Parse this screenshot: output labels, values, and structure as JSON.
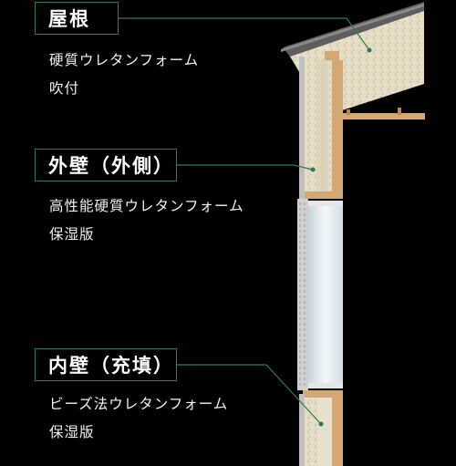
{
  "labels": [
    {
      "title": "屋根",
      "lines": [
        "硬質ウレタンフォーム",
        "吹付"
      ]
    },
    {
      "title": "外壁（外側）",
      "lines": [
        "高性能硬質ウレタンフォーム",
        "保湿版"
      ]
    },
    {
      "title": "内壁（充填）",
      "lines": [
        "ビーズ法ウレタンフォーム",
        "保湿版"
      ]
    }
  ],
  "colors": {
    "background": "#000000",
    "leader": "#2f7a5a",
    "foam": "#e4dcc4",
    "wood": "#d3a874",
    "roof": "#5e5e5e",
    "glass": "#e8eef2"
  }
}
